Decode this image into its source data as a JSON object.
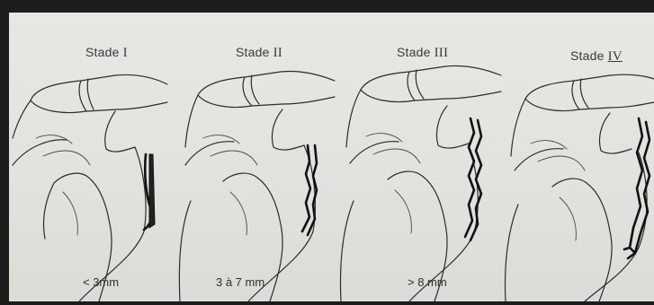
{
  "stages": [
    {
      "label": "Stade",
      "numeral": "I",
      "measure": "< 3mm"
    },
    {
      "label": "Stade",
      "numeral": "II",
      "measure": "3 à 7 mm"
    },
    {
      "label": "Stade",
      "numeral": "III",
      "measure": "> 8 mm"
    },
    {
      "label": "Stade",
      "numeral": "IV",
      "measure": ""
    }
  ]
}
